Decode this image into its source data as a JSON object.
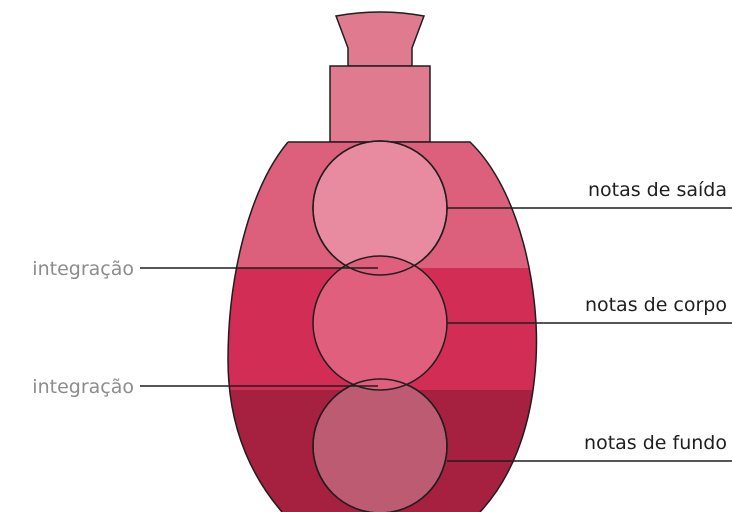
{
  "diagram": {
    "labels": {
      "top_notes": "notas de saída",
      "integration_upper": "integração",
      "heart_notes": "notas de corpo",
      "integration_lower": "integração",
      "base_notes": "notas de fundo"
    }
  },
  "colors": {
    "bottle_top": "#e07a8f",
    "bottle_neck": "#e07a8f",
    "band_top": "#dc5f7b",
    "band_middle": "#d22d54",
    "band_bottom": "#a6203f",
    "circle_top": "#e88aa0",
    "circle_middle": "#e05f7c",
    "circle_bottom": "#bd5b72",
    "outline": "#1e1e1e",
    "muted_text": "#8c8c8c"
  }
}
